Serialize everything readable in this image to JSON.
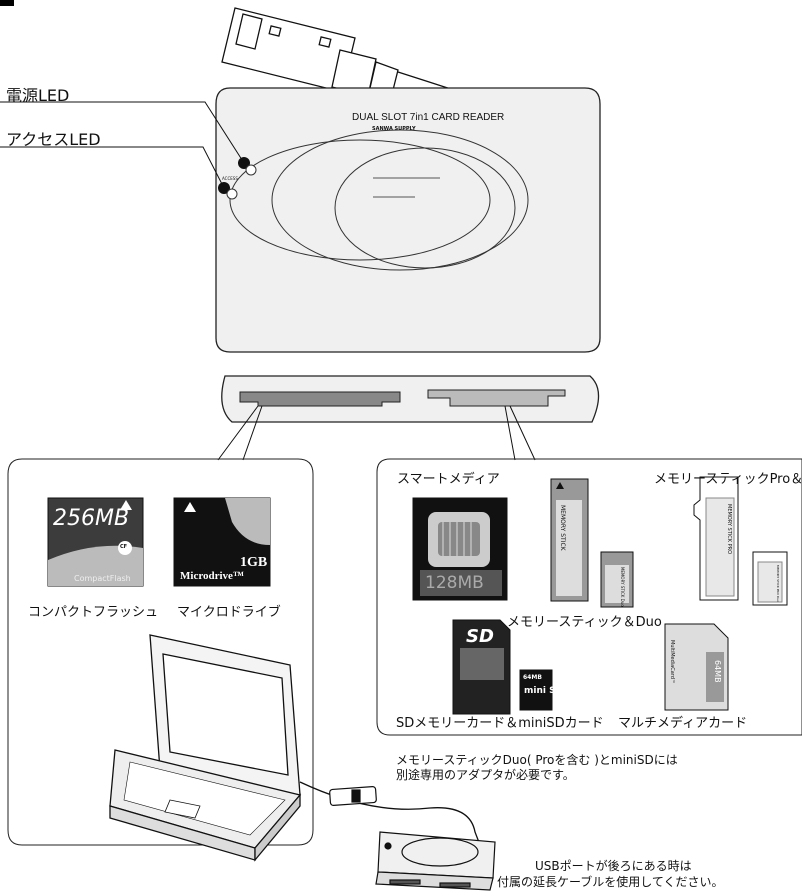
{
  "labels": {
    "power_led": "電源LED",
    "access_led": "アクセスLED"
  },
  "reader": {
    "top_line": "DUAL SLOT 7in1 CARD READER",
    "brand": "SANWA SUPPLY",
    "access_mark": "ACCESS"
  },
  "cards_left": {
    "cf": {
      "capacity": "256MB",
      "logo": "CF",
      "brand": "CompactFlash",
      "label": "コンパクトフラッシュ"
    },
    "md": {
      "capacity": "1GB",
      "brand": "Microdrive™",
      "label": "マイクロドライブ"
    }
  },
  "cards_right": {
    "smartmedia": {
      "label": "スマートメディア",
      "capacity": "128MB"
    },
    "memorystick": {
      "label": "メモリースティック＆Duo",
      "print": "MEMORY STICK",
      "print_duo": "MEMORY STICK Duo"
    },
    "ms_pro": {
      "label": "メモリースティックPro＆Duo",
      "print": "MEMORY STICK PRO",
      "print_duo": "MEMORY STICK PRO Duo"
    },
    "sd": {
      "label": "SDメモリーカード＆miniSDカード",
      "sd_logo": "SD",
      "mini_capacity": "64MB",
      "mini_logo": "mini SD"
    },
    "mmc": {
      "label": "マルチメディアカード",
      "print": "MultiMediaCard™",
      "capacity": "64MB"
    }
  },
  "notes": {
    "adapter_1": "メモリースティックDuo( Proを含む )とminiSDには",
    "adapter_2": "別途専用のアダプタが必要です。",
    "usb_1": "USBポートが後ろにある時は",
    "usb_2": "付属の延長ケーブルを使用してください。"
  }
}
